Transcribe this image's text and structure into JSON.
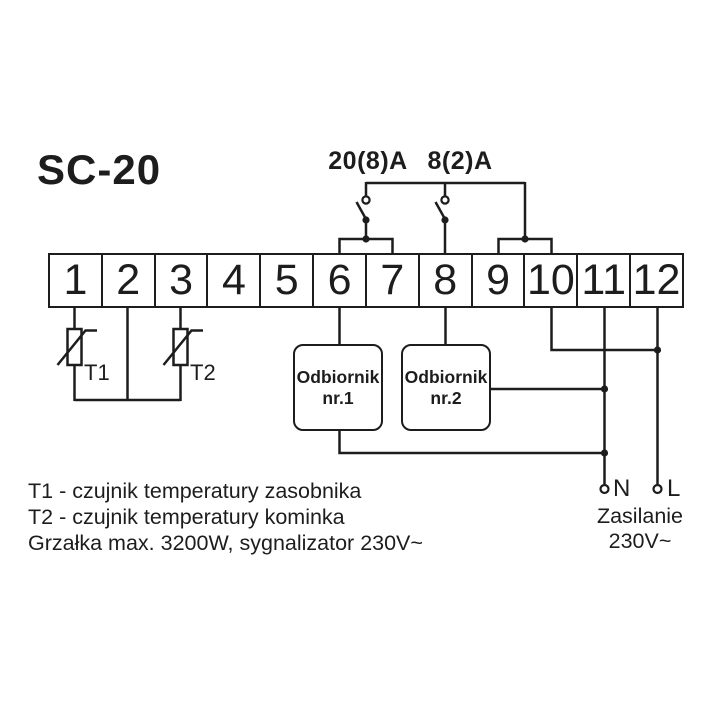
{
  "device": {
    "model": "SC-20"
  },
  "ratings": {
    "relay1": "20(8)A",
    "relay2": "8(2)A"
  },
  "terminal_strip": {
    "terminals": [
      "1",
      "2",
      "3",
      "4",
      "5",
      "6",
      "7",
      "8",
      "9",
      "10",
      "11",
      "12"
    ]
  },
  "sensors": {
    "t1_label": "T1",
    "t2_label": "T2"
  },
  "receivers": {
    "box1": {
      "line1": "Odbiornik",
      "line2": "nr.1"
    },
    "box2": {
      "line1": "Odbiornik",
      "line2": "nr.2"
    }
  },
  "notes": {
    "line1": "T1 - czujnik temperatury zasobnika",
    "line2": "T2 - czujnik temperatury kominka",
    "line3": "Grzałka max. 3200W, sygnalizator 230V~"
  },
  "power": {
    "neutral": "N",
    "line": "L",
    "caption_line1": "Zasilanie",
    "caption_line2": "230V~"
  },
  "colors": {
    "ink": "#1d1d1d",
    "background": "#ffffff"
  }
}
